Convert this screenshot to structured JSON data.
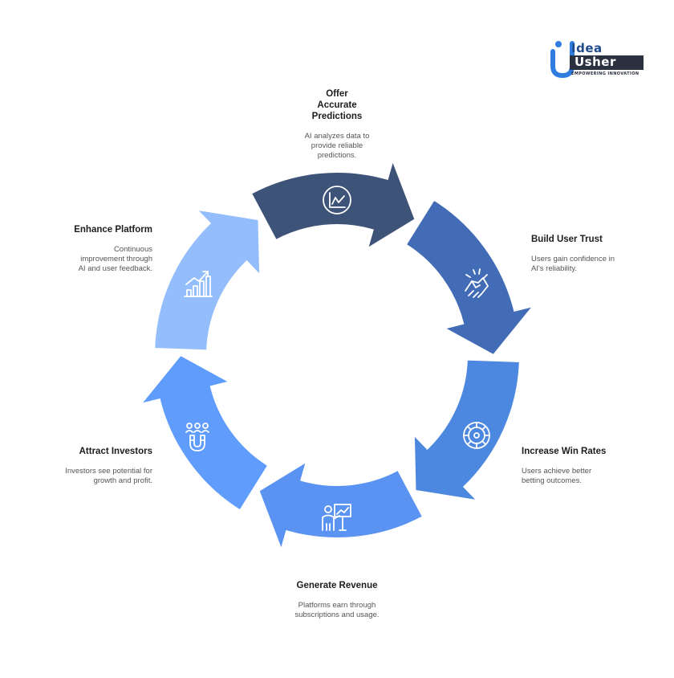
{
  "brand": {
    "line1": "Idea",
    "line2": "Usher",
    "tagline": "EMPOWERING INNOVATION"
  },
  "steps": [
    {
      "title": "Offer Accurate Predictions",
      "desc": "AI analyzes data to provide reliable predictions.",
      "icon": "line-chart-icon",
      "color": "#3e5378"
    },
    {
      "title": "Build User Trust",
      "desc": "Users gain confidence in AI's reliability.",
      "icon": "handshake-icon",
      "color": "#426cb6"
    },
    {
      "title": "Increase Win Rates",
      "desc": "Users achieve better betting outcomes.",
      "icon": "roulette-wheel-icon",
      "color": "#4d88e0"
    },
    {
      "title": "Generate Revenue",
      "desc": "Platforms earn through subscriptions and usage.",
      "icon": "presenter-chart-icon",
      "color": "#5b93f2"
    },
    {
      "title": "Attract Investors",
      "desc": "Investors see potential for growth and profit.",
      "icon": "magnet-people-icon",
      "color": "#5f9cfb"
    },
    {
      "title": "Enhance Platform",
      "desc": "Continuous improvement through AI and user feedback.",
      "icon": "growth-bars-icon",
      "color": "#94bdfc"
    }
  ]
}
